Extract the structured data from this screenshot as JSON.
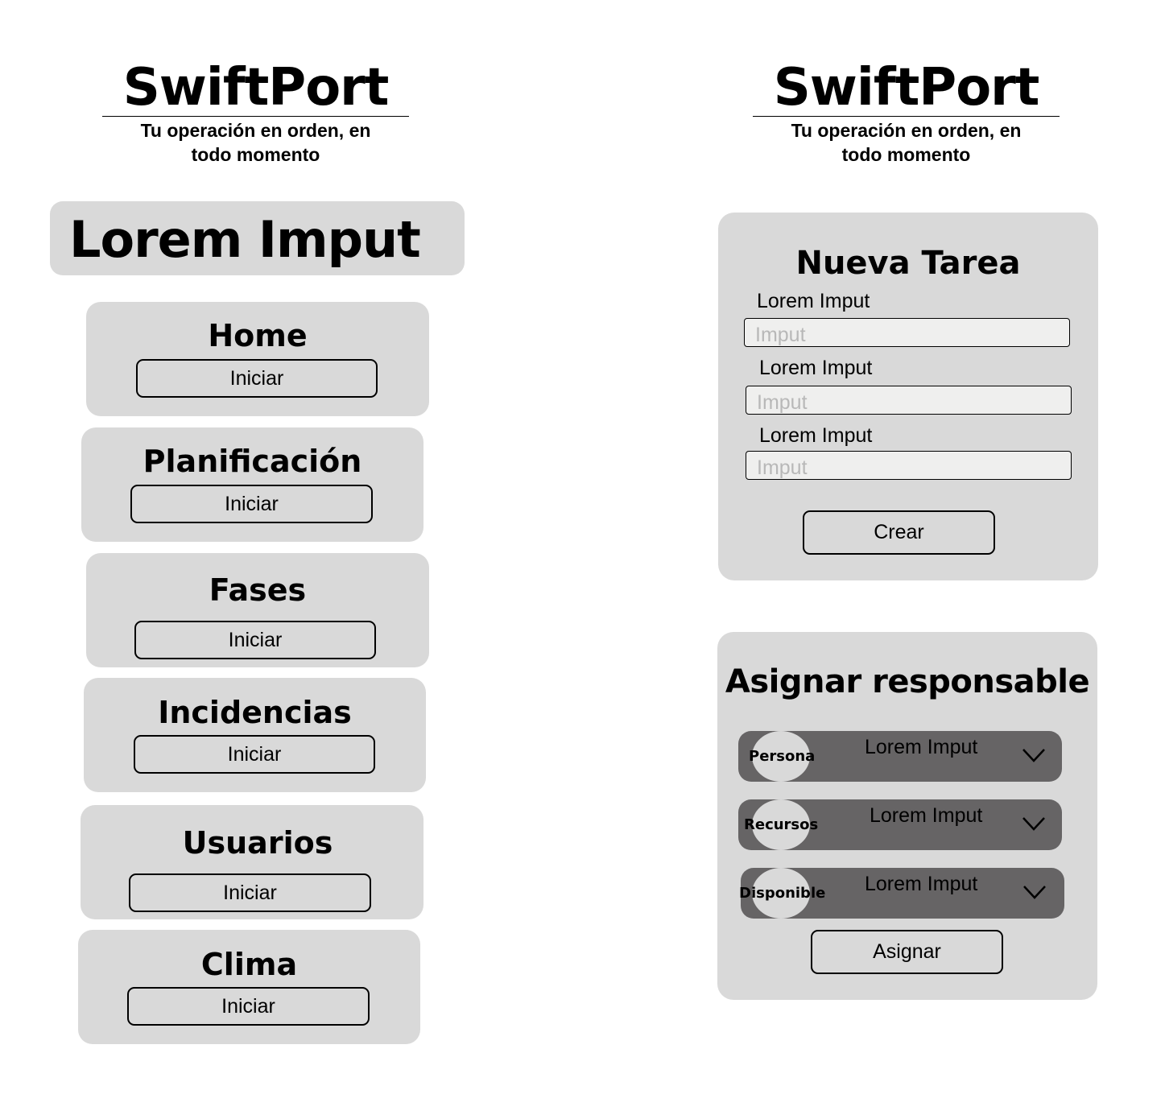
{
  "brand": {
    "title": "SwiftPort",
    "tagline": "Tu operación en orden, en todo momento"
  },
  "left": {
    "header": "Lorem Imput",
    "cards": [
      {
        "title": "Home",
        "button": "Iniciar"
      },
      {
        "title": "Planificación",
        "button": "Iniciar"
      },
      {
        "title": "Fases",
        "button": "Iniciar"
      },
      {
        "title": "Incidencias",
        "button": "Iniciar"
      },
      {
        "title": "Usuarios",
        "button": "Iniciar"
      },
      {
        "title": "Clima",
        "button": "Iniciar"
      }
    ]
  },
  "new_task": {
    "title": "Nueva Tarea",
    "fields": [
      {
        "label": "Lorem Imput",
        "placeholder": "Imput"
      },
      {
        "label": "Lorem Imput",
        "placeholder": "Imput"
      },
      {
        "label": "Lorem Imput",
        "placeholder": "Imput"
      }
    ],
    "submit": "Crear"
  },
  "assign": {
    "title": "Asignar responsable",
    "selects": [
      {
        "tag": "Persona",
        "value": "Lorem Imput",
        "icon": "chevron-down-icon"
      },
      {
        "tag": "Recursos",
        "value": "Lorem Imput",
        "icon": "chevron-down-icon"
      },
      {
        "tag": "Disponible",
        "value": "Lorem Imput",
        "icon": "chevron-down-icon"
      }
    ],
    "submit": "Asignar"
  },
  "colors": {
    "panel": "#d9d9d9",
    "select_bg": "#666465",
    "input_bg": "#efefee",
    "placeholder": "#b8b8b8"
  }
}
